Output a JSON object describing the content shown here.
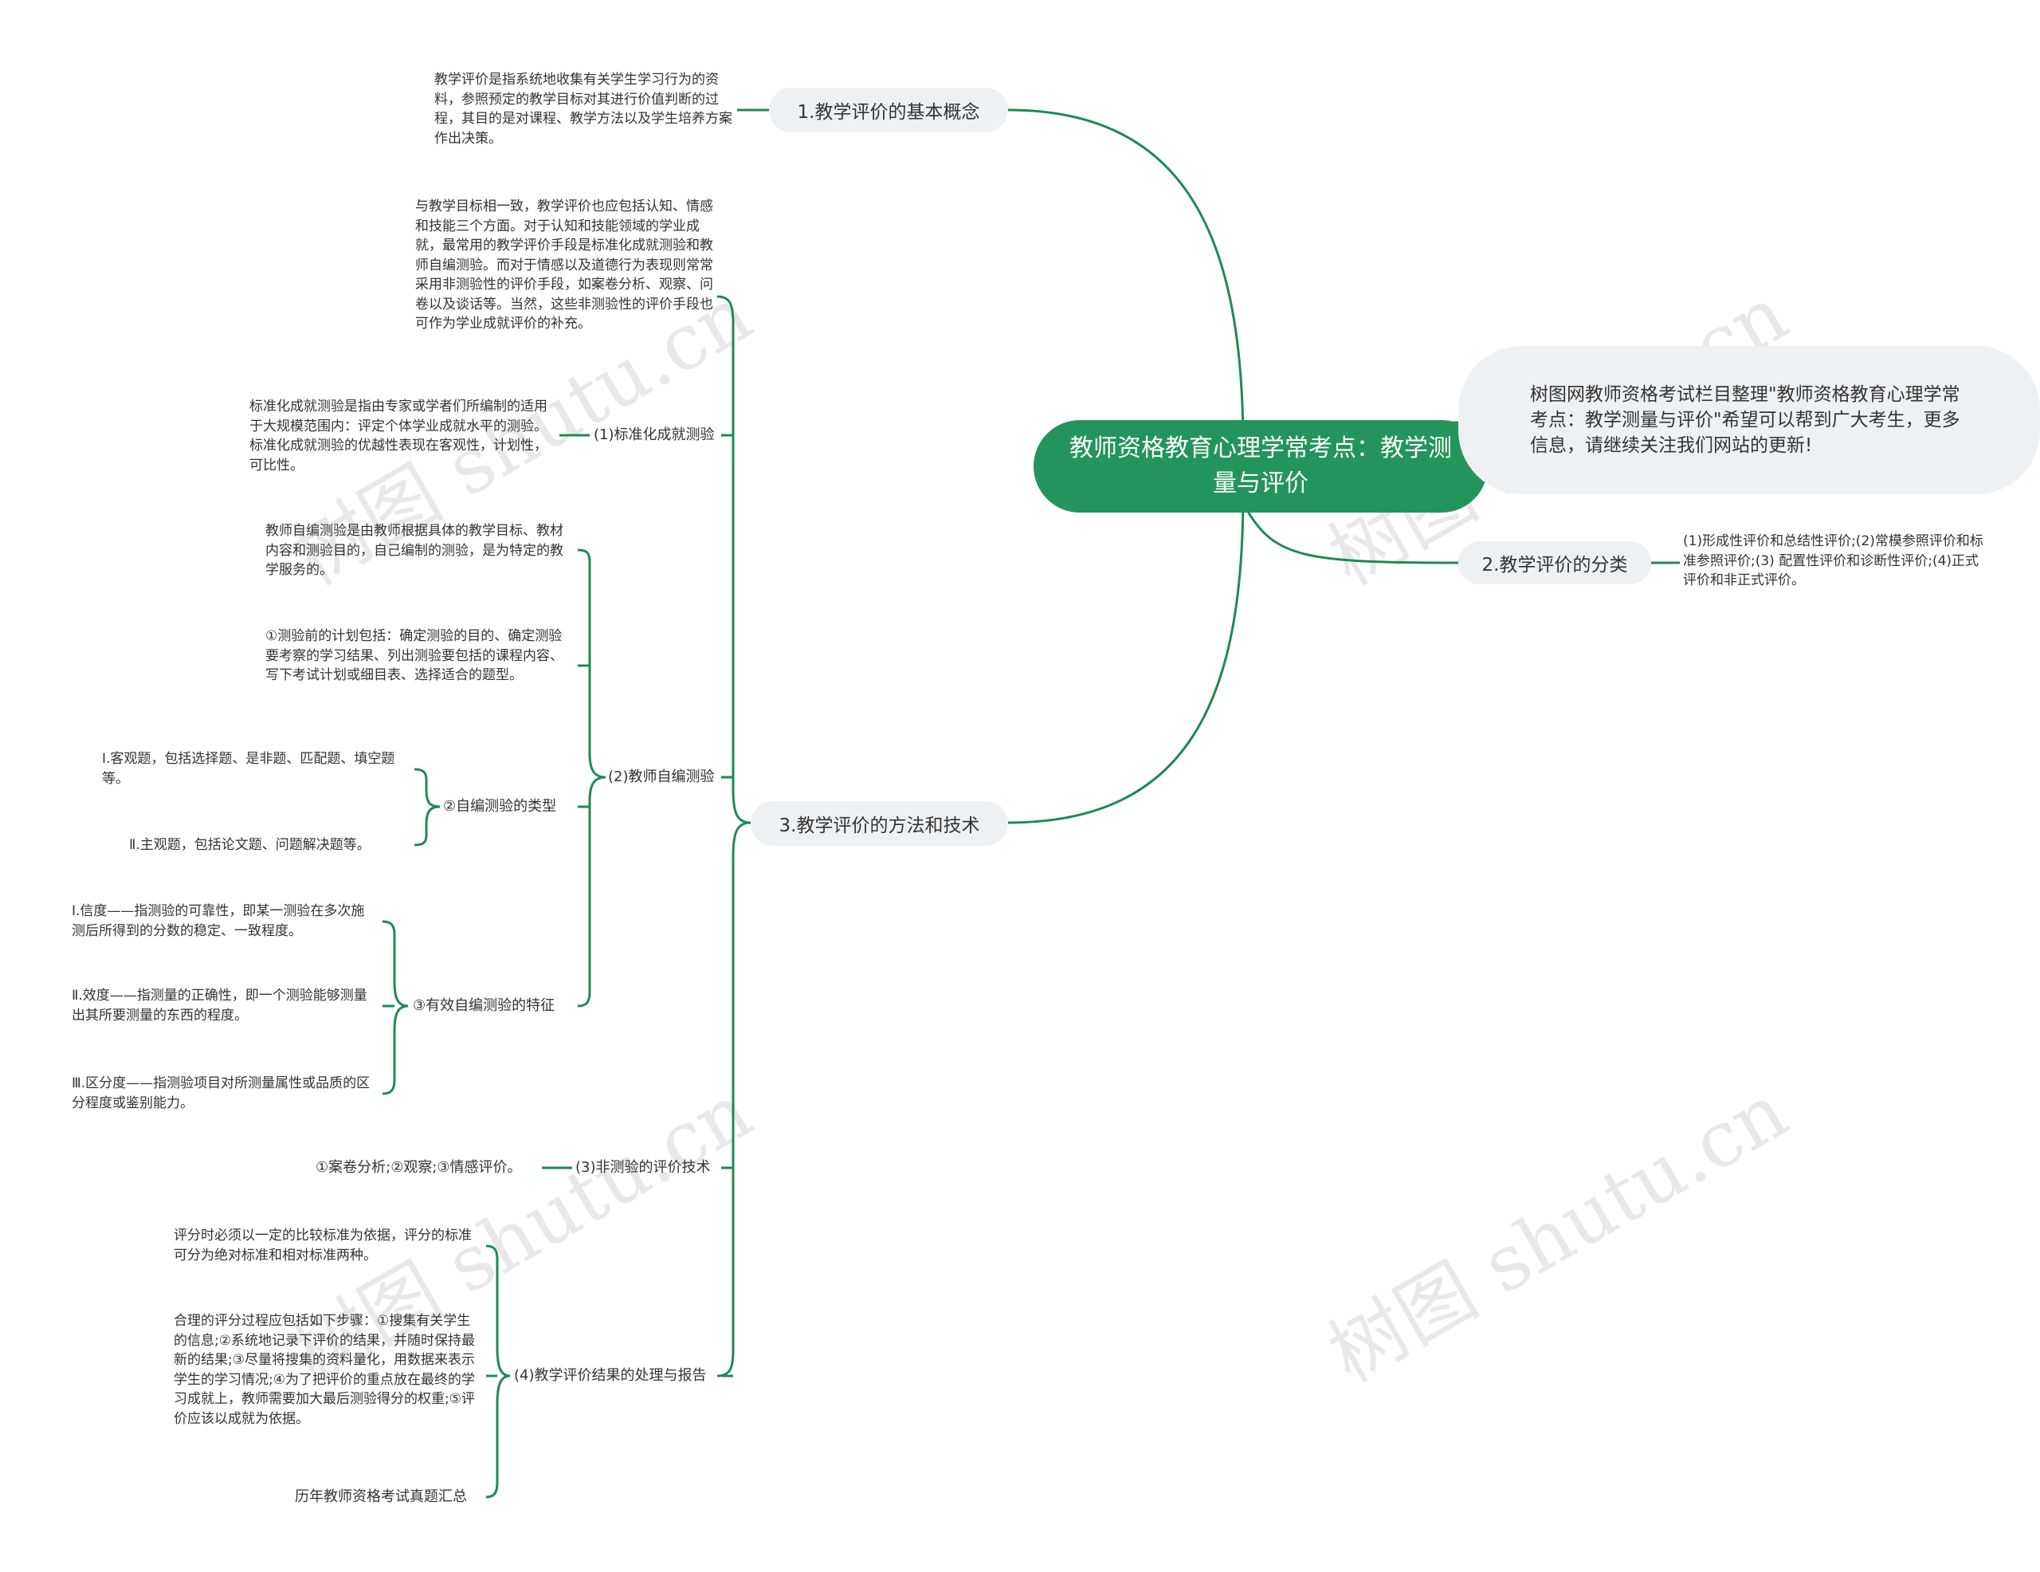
{
  "root": {
    "title": "教师资格教育心理学常考点：教学测量与评价"
  },
  "intro": {
    "text": "树图网教师资格考试栏目整理\"教师资格教育心理学常考点：教学测量与评价\"希望可以帮到广大考生，更多信息，请继续关注我们网站的更新!"
  },
  "branch1": {
    "label": "1.教学评价的基本概念",
    "detail": "教学评价是指系统地收集有关学生学习行为的资料，参照预定的教学目标对其进行价值判断的过程，其目的是对课程、教学方法以及学生培养方案作出决策。"
  },
  "branch2": {
    "label": "2.教学评价的分类",
    "detail": "(1)形成性评价和总结性评价;(2)常模参照评价和标准参照评价;(3) 配置性评价和诊断性评价;(4)正式评价和非正式评价。"
  },
  "branch3": {
    "label": "3.教学评价的方法和技术",
    "intro_text": "与教学目标相一致，教学评价也应包括认知、情感和技能三个方面。对于认知和技能领域的学业成就，最常用的教学评价手段是标准化成就测验和教师自编测验。而对于情感以及道德行为表现则常常采用非测验性的评价手段，如案卷分析、观察、问卷以及谈话等。当然，这些非测验性的评价手段也可作为学业成就评价的补充。",
    "sub1": {
      "label": "(1)标准化成就测验",
      "detail": "标准化成就测验是指由专家或学者们所编制的适用于大规模范围内：评定个体学业成就水平的测验。标准化成就测验的优越性表现在客观性，计划性，可比性。"
    },
    "sub2": {
      "label": "(2)教师自编测验",
      "def": "教师自编测验是由教师根据具体的教学目标、教材内容和测验目的，自己编制的测验，是为特定的教学服务的。",
      "plan": "①测验前的计划包括：确定测验的目的、确定测验要考察的学习结果、列出测验要包括的课程内容、写下考试计划或细目表、选择适合的题型。",
      "types": {
        "label": "②自编测验的类型",
        "items": [
          "Ⅰ.客观题，包括选择题、是非题、匹配题、填空题等。",
          "Ⅱ.主观题，包括论文题、问题解决题等。"
        ]
      },
      "features": {
        "label": "③有效自编测验的特征",
        "items": [
          "Ⅰ.信度——指测验的可靠性，即某一测验在多次施测后所得到的分数的稳定、一致程度。",
          "Ⅱ.效度——指测量的正确性，即一个测验能够测量出其所要测量的东西的程度。",
          "Ⅲ.区分度——指测验项目对所测量属性或品质的区分程度或鉴别能力。"
        ]
      }
    },
    "sub3": {
      "label": "(3)非测验的评价技术",
      "detail": "①案卷分析;②观察;③情感评价。"
    },
    "sub4": {
      "label": "(4)教学评价结果的处理与报告",
      "items": [
        "评分时必须以一定的比较标准为依据，评分的标准可分为绝对标准和相对标准两种。",
        "合理的评分过程应包括如下步骤：①搜集有关学生的信息;②系统地记录下评价的结果，并随时保持最新的结果;③尽量将搜集的资料量化，用数据来表示学生的学习情况;④为了把评价的重点放在最终的学习成就上，教师需要加大最后测验得分的权重;⑤评价应该以成就为依据。",
        "历年教师资格考试真题汇总"
      ]
    }
  },
  "watermark": "树图 shutu.cn",
  "colors": {
    "root_fill": "#23955c",
    "line": "#1e8a54",
    "pill_fill": "#eef1f4"
  }
}
